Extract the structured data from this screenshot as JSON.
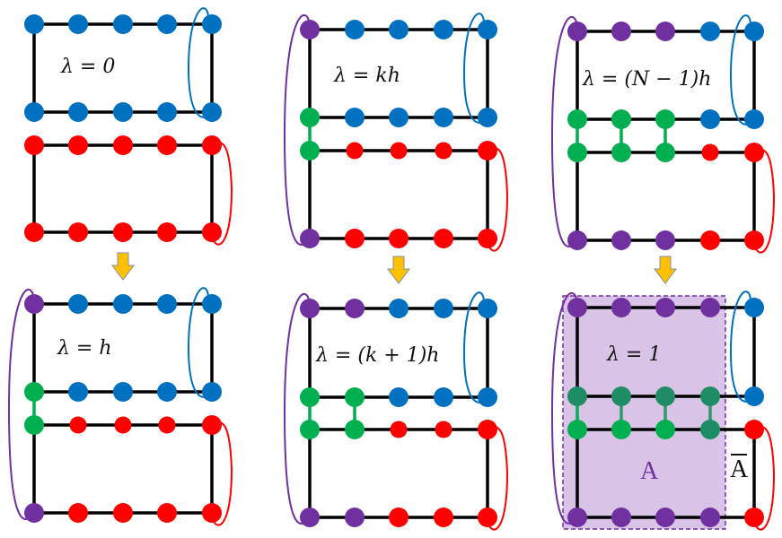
{
  "figure": {
    "description": "Six-panel lattice diagram showing progressive coupling of two lattice layers as lambda increases",
    "colors": {
      "blue": "#0070C0",
      "red": "#FF0000",
      "purple": "#7030A0",
      "green": "#00B050",
      "dark_green": "#1E8C64",
      "edge": "#000000",
      "arrow_fill": "#FFC000",
      "arrow_stroke": "#7F8FA6",
      "region_fill": "#D9C3E6",
      "region_border": "#7030A0"
    },
    "panels": [
      {
        "id": "p1",
        "label": "λ = 0",
        "purple_count": 0,
        "green_columns": 0
      },
      {
        "id": "p2",
        "label": "λ = kh",
        "purple_count": 1,
        "green_columns": 1
      },
      {
        "id": "p3",
        "label": "λ = (N − 1)h",
        "purple_count": 3,
        "green_columns": 3
      },
      {
        "id": "p4",
        "label": "λ = h",
        "purple_count": 1,
        "green_columns": 1
      },
      {
        "id": "p5",
        "label": "λ = (k + 1)h",
        "purple_count": 2,
        "green_columns": 2
      },
      {
        "id": "p6",
        "label": "λ = 1",
        "purple_count": 4,
        "green_columns": 4
      }
    ],
    "region_labels": {
      "A": "A",
      "A_bar": "A"
    },
    "arrows": [
      "down-arrow",
      "down-arrow",
      "down-arrow"
    ]
  }
}
